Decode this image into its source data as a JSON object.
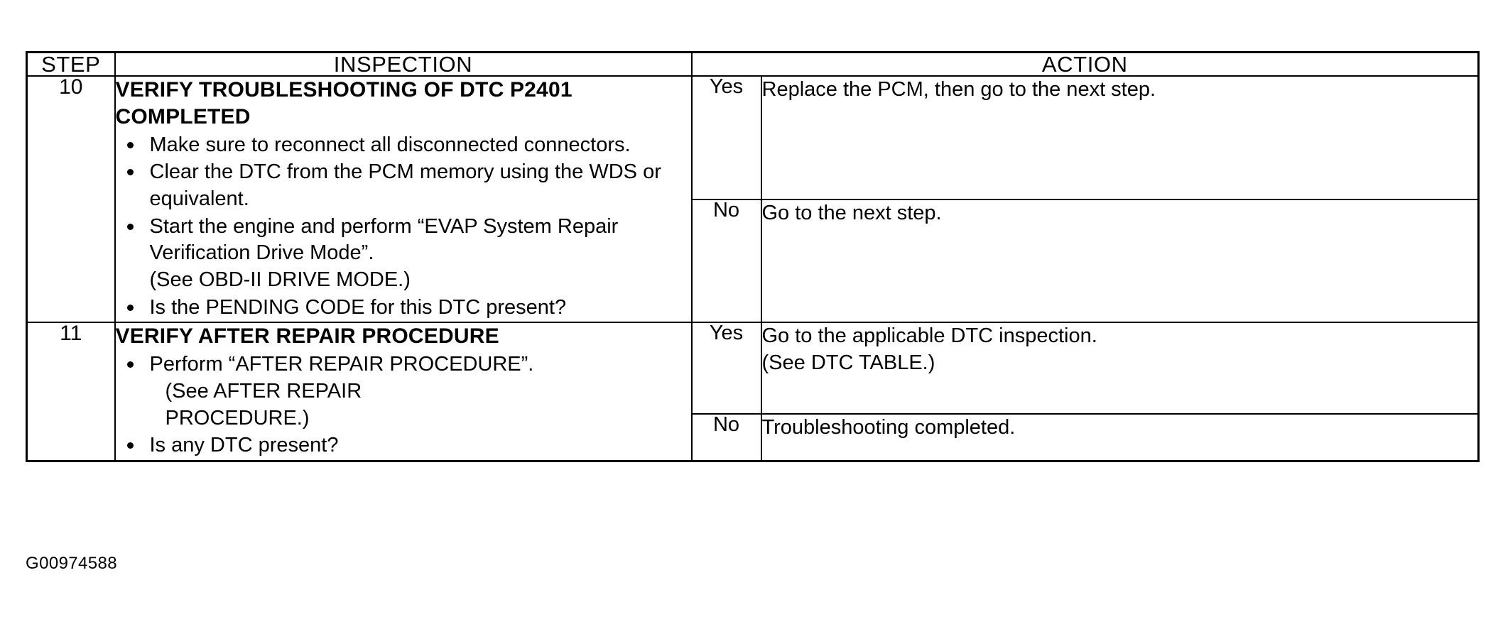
{
  "document": {
    "figure_id": "G00974588"
  },
  "table": {
    "headers": {
      "step": "STEP",
      "inspection": "INSPECTION",
      "action": "ACTION"
    },
    "rows": [
      {
        "step": "10",
        "inspection": {
          "title": "VERIFY TROUBLESHOOTING OF DTC P2401 COMPLETED",
          "bullets": [
            {
              "text": "Make sure to reconnect all disconnected connectors."
            },
            {
              "text": "Clear the DTC from the PCM memory using the WDS or equivalent."
            },
            {
              "text": "Start the engine and perform “EVAP System Repair Verification Drive Mode”.",
              "note": "(See OBD-II DRIVE MODE.)"
            },
            {
              "text": "Is the PENDING CODE for this DTC present?"
            }
          ]
        },
        "outcomes": [
          {
            "answer": "Yes",
            "action_lines": [
              "Replace the PCM, then go to the next step."
            ]
          },
          {
            "answer": "No",
            "action_lines": [
              "Go to the next step."
            ]
          }
        ]
      },
      {
        "step": "11",
        "inspection": {
          "title": "VERIFY AFTER REPAIR PROCEDURE",
          "bullets": [
            {
              "text": "Perform “AFTER REPAIR PROCEDURE”.",
              "note": "(See AFTER REPAIR",
              "note2": "PROCEDURE.)"
            },
            {
              "text": "Is any DTC present?"
            }
          ]
        },
        "outcomes": [
          {
            "answer": "Yes",
            "action_lines": [
              "Go to the applicable DTC inspection.",
              "(See DTC TABLE.)"
            ]
          },
          {
            "answer": "No",
            "action_lines": [
              "Troubleshooting completed."
            ]
          }
        ]
      }
    ]
  }
}
